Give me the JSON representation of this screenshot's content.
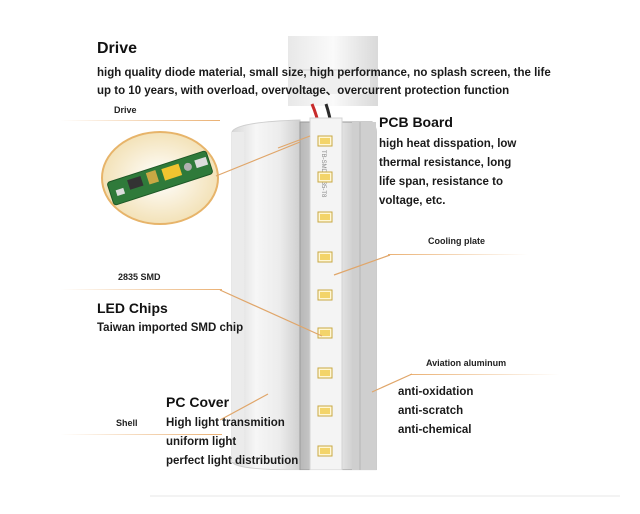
{
  "drive": {
    "title": "Drive",
    "desc_line1": "high quality diode material, small size, high performance, no splash screen, the life",
    "desc_line2": "up to 10 years, with overload, overvoltage、overcurrent protection function",
    "callout_label": "Drive"
  },
  "pcb": {
    "title": "PCB Board",
    "lines": [
      "high heat disspation, low",
      "thermal resistance, long",
      "life span, resistance to",
      "voltage, etc."
    ]
  },
  "cooling": {
    "label": "Cooling plate"
  },
  "smd": {
    "label": "2835 SMD"
  },
  "led": {
    "title": "LED Chips",
    "desc": "Taiwan imported SMD chip"
  },
  "aviation": {
    "label": "Aviation aluminum",
    "lines": [
      "anti-oxidation",
      "anti-scratch",
      "anti-chemical"
    ]
  },
  "cover": {
    "title": "PC Cover",
    "lines": [
      "High light transmition",
      "uniform light",
      "perfect light distribution"
    ]
  },
  "shell": {
    "label": "Shell"
  },
  "colors": {
    "accent_line": "#e0a66a",
    "pcb_green": "#2f7a3a",
    "led_yellow": "#f3d46a"
  }
}
